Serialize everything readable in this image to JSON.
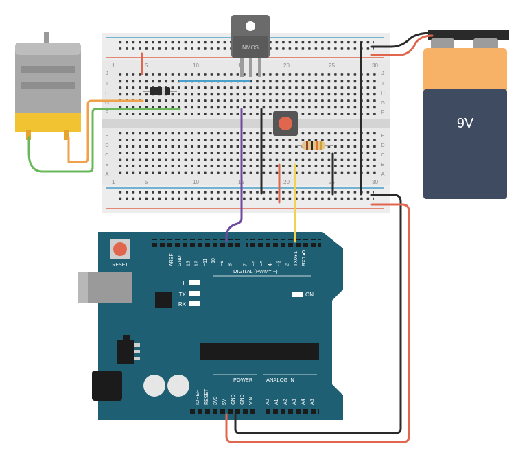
{
  "mosfet": {
    "label": "NMOS"
  },
  "battery": {
    "label": "9V"
  },
  "breadboard": {
    "top_numbers": [
      "1",
      "5",
      "10",
      "15",
      "20",
      "25",
      "30"
    ],
    "bottom_numbers": [
      "1",
      "5",
      "10",
      "15",
      "20",
      "25",
      "30"
    ],
    "top_rows": [
      "J",
      "I",
      "H",
      "G",
      "F"
    ],
    "bottom_rows": [
      "E",
      "D",
      "C",
      "B",
      "A"
    ]
  },
  "arduino": {
    "reset_label": "RESET",
    "digital_pins": [
      "AREF",
      "GND",
      "13",
      "12",
      "~11",
      "~10",
      "~9",
      "8",
      "7",
      "~6",
      "~5",
      "4",
      "~3",
      "2",
      "TX0 ▸1",
      "RX0 ◂0"
    ],
    "digital_title": "DIGITAL (PWM= ~)",
    "led_labels": [
      "L",
      "TX",
      "RX"
    ],
    "on_label": "ON",
    "power_title": "POWER",
    "analog_title": "ANALOG IN",
    "power_pins": [
      "IOREF",
      "RESET",
      "3V3",
      "5V",
      "GND",
      "GND",
      "VIN"
    ],
    "analog_pins": [
      "A0",
      "A1",
      "A2",
      "A3",
      "A4",
      "A5"
    ]
  },
  "colors": {
    "board": "#1f5f73",
    "wire_red": "#e0674e",
    "wire_black": "#2a2a2a",
    "wire_purple": "#6e4a9e",
    "wire_yellow": "#f2d24e",
    "wire_blue": "#4aa0c8",
    "wire_orange": "#f0a24a",
    "wire_green": "#69b85a",
    "battery_top": "#f7b267",
    "battery_body": "#3f4b61"
  }
}
